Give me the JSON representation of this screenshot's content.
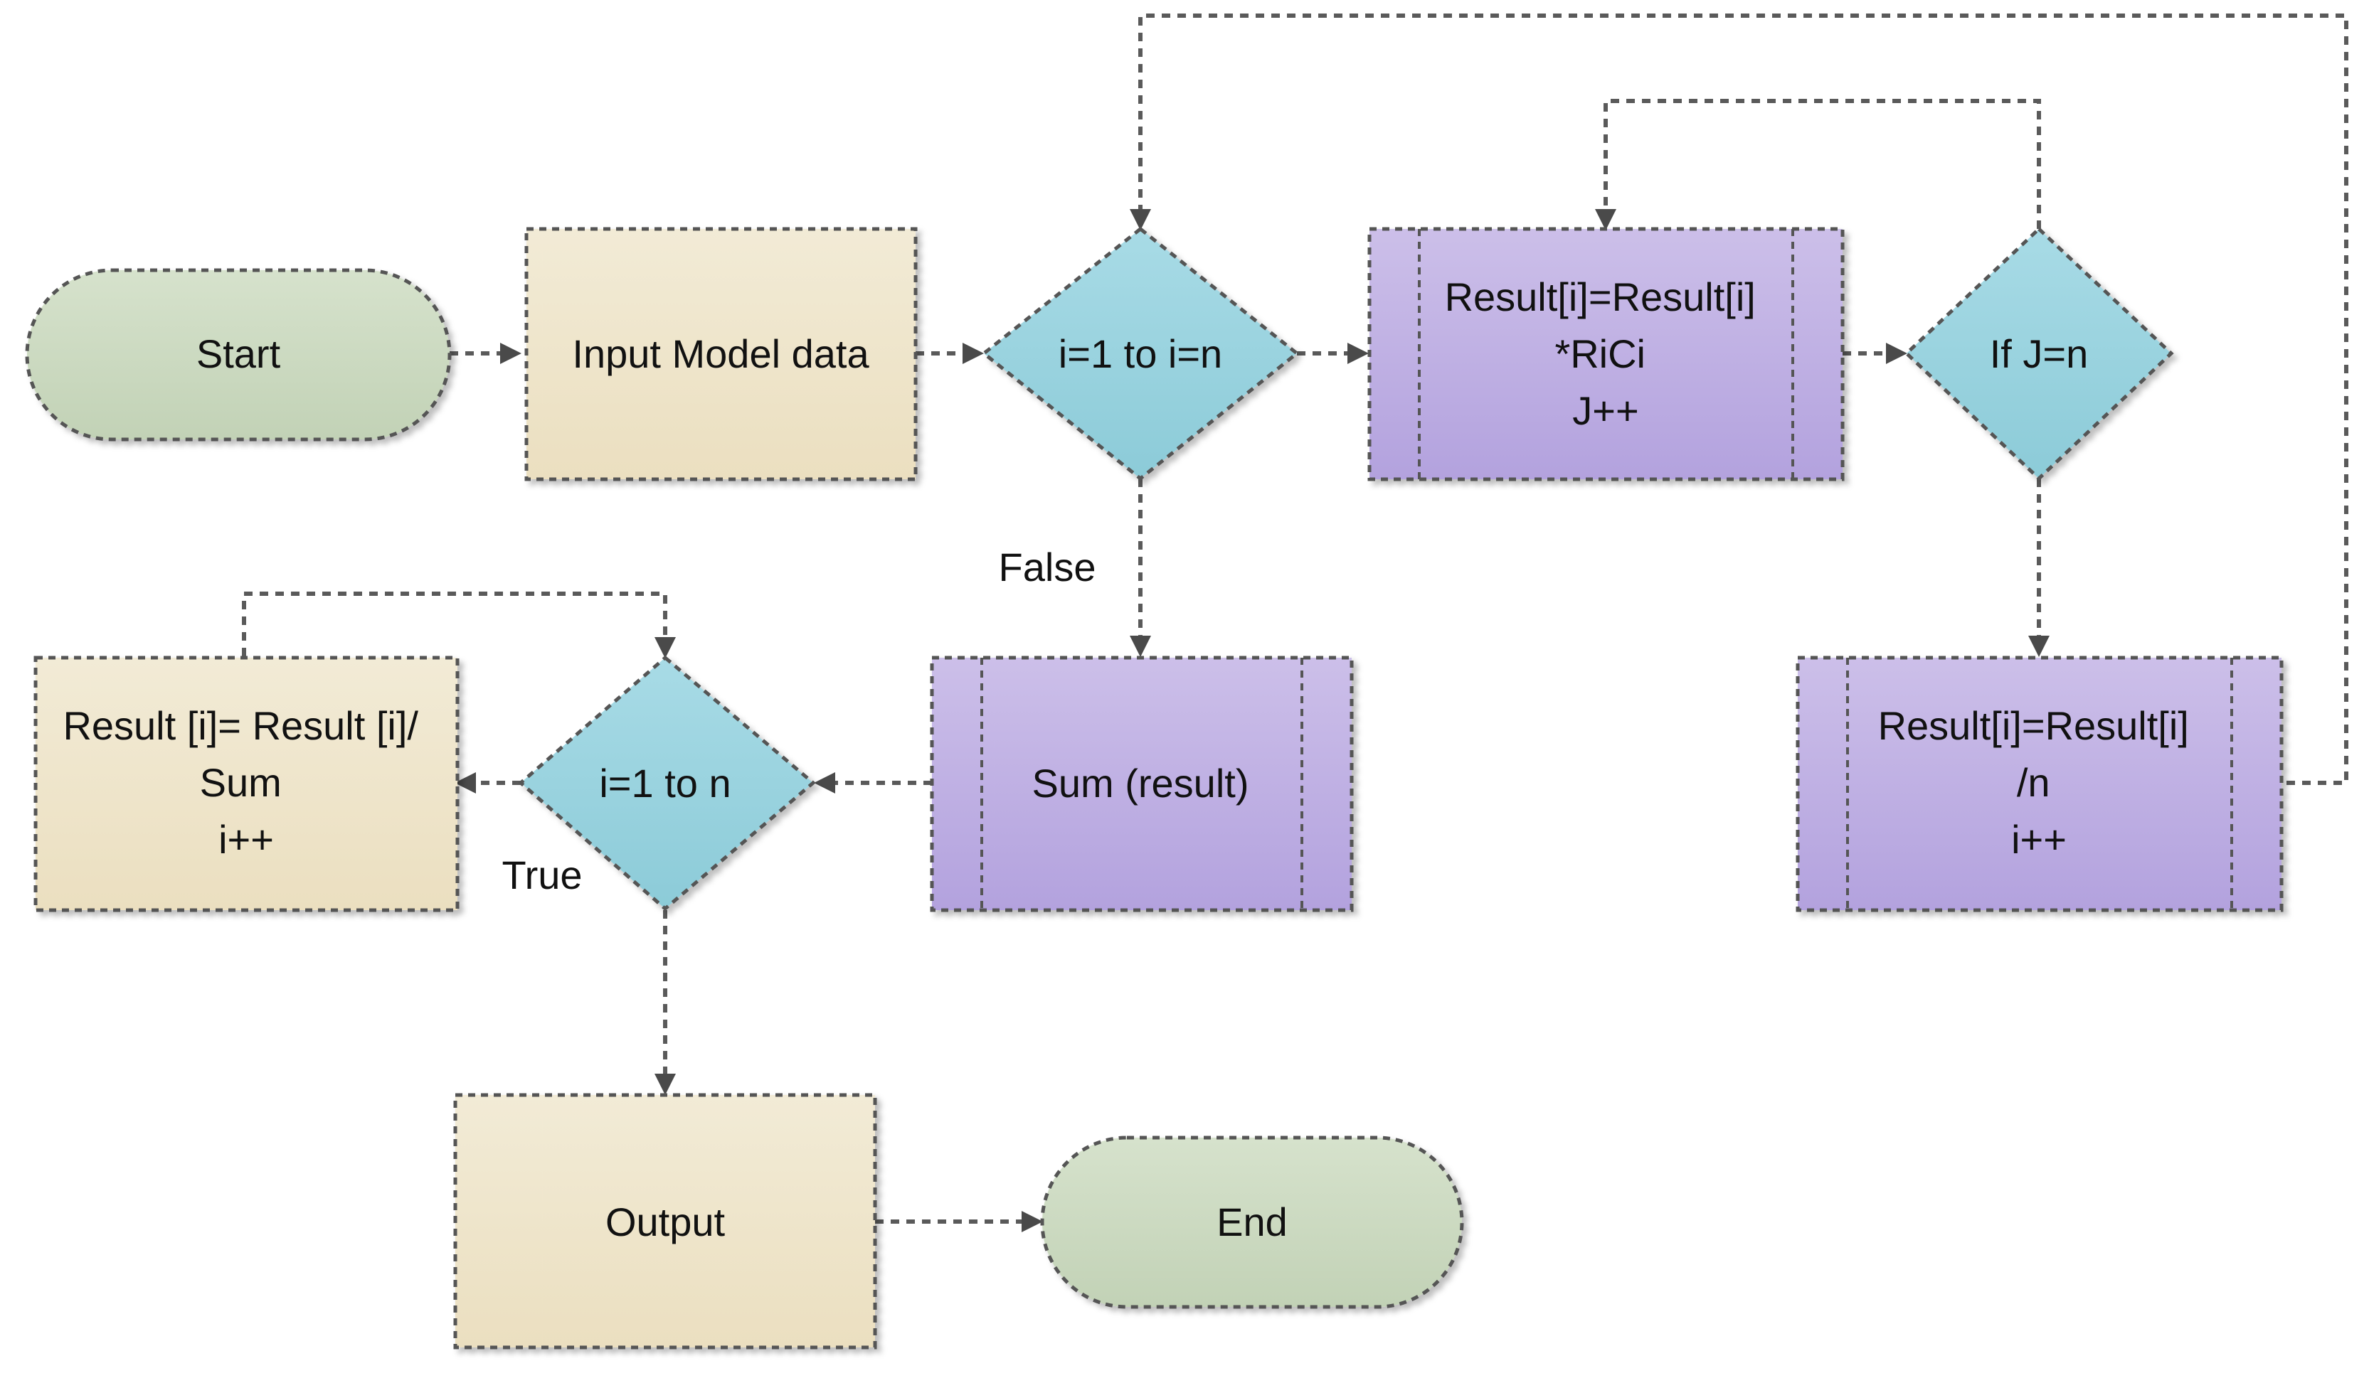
{
  "nodes": {
    "start": {
      "lines": [
        "Start"
      ]
    },
    "input": {
      "lines": [
        "Input Model data"
      ]
    },
    "loop1": {
      "lines": [
        "i=1 to i=n"
      ]
    },
    "product": {
      "lines": [
        "Result[i]=Result[i]",
        "*RiCi",
        "J++"
      ]
    },
    "check_j": {
      "lines": [
        "If J=n"
      ]
    },
    "divide_n": {
      "lines": [
        "Result[i]=Result[i]",
        "/n",
        "i++"
      ]
    },
    "sum": {
      "lines": [
        "Sum (result)"
      ]
    },
    "loop2": {
      "lines": [
        "i=1 to n"
      ]
    },
    "normalize": {
      "lines": [
        "Result [i]= Result [i]/",
        "Sum",
        "i++"
      ]
    },
    "output": {
      "lines": [
        "Output"
      ]
    },
    "end": {
      "lines": [
        "End"
      ]
    }
  },
  "edge_labels": {
    "false": "False",
    "true": "True"
  },
  "colors": {
    "terminal": "#cbd8c0",
    "process": "#efe5cb",
    "decision": "#99d3df",
    "subprocess": "#c2b2e4",
    "connector": "#5a5a5a"
  }
}
